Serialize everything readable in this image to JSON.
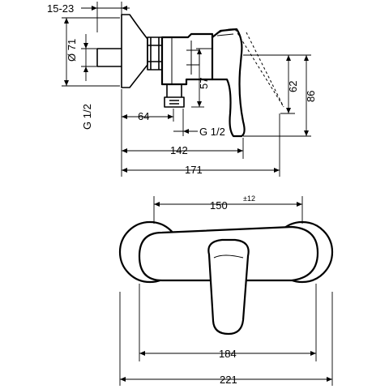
{
  "side_view": {
    "labels": {
      "flange_depth": "15-23",
      "flange_diameter": "Ø 71",
      "thread_left": "G 1/2",
      "outlet_height": "57",
      "outlet_offset": "64",
      "thread_bottom": "G 1/2",
      "body_depth": "142",
      "overall_depth": "171",
      "lever_height": "62",
      "overall_height": "86"
    }
  },
  "front_view": {
    "labels": {
      "centre_distance": "150",
      "centre_tolerance": "±12",
      "inner_width": "184",
      "overall_width": "221"
    }
  }
}
